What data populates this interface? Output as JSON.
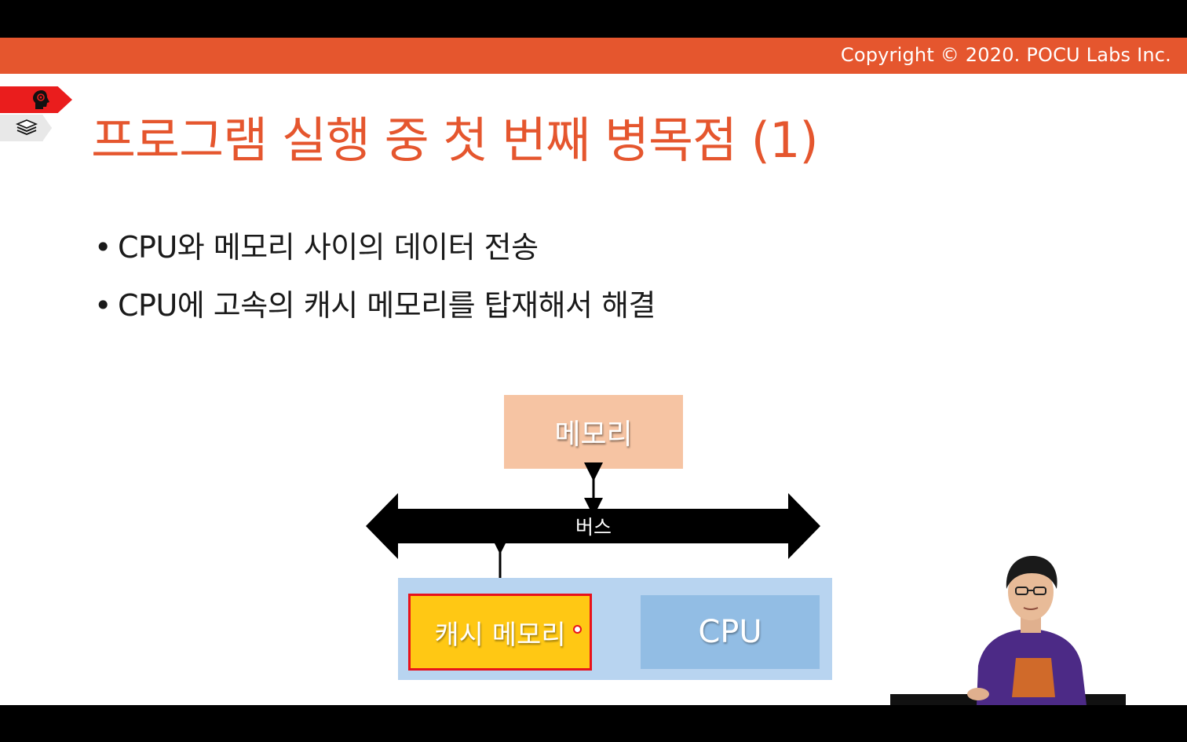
{
  "header": {
    "copyright": "Copyright © 2020. POCU Labs Inc.",
    "accent_color": "#e5562e"
  },
  "side_tags": [
    {
      "icon": "brain-head-icon",
      "color": "#ea1d1d"
    },
    {
      "icon": "stacked-layers-icon",
      "color": "#e8e8e8"
    }
  ],
  "slide": {
    "title": "프로그램 실행 중 첫 번째 병목점 (1)",
    "bullets": [
      "CPU와 메모리 사이의 데이터 전송",
      "CPU에 고속의 캐시 메모리를 탑재해서 해결"
    ]
  },
  "diagram": {
    "memory_label": "메모리",
    "bus_label": "버스",
    "cache_label": "캐시 메모리",
    "cpu_label": "CPU",
    "colors": {
      "memory": "#f6c4a3",
      "bus": "#000000",
      "cpu_container": "#b8d4f0",
      "cache": "#ffc814",
      "cache_border": "#e8121b",
      "cpu": "#92bde4"
    }
  },
  "presenter": {
    "icon": "presenter-video-overlay"
  }
}
